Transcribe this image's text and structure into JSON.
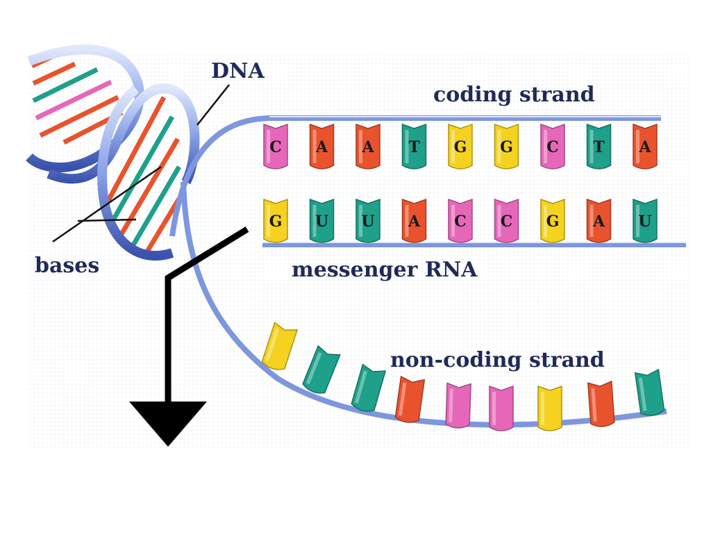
{
  "labels": {
    "dna": "DNA",
    "coding_strand": "coding strand",
    "bases": "bases",
    "messenger_rna": "messenger RNA",
    "non_coding_strand": "non-coding strand"
  },
  "coding_strand_bases": [
    "C",
    "A",
    "A",
    "T",
    "G",
    "G",
    "C",
    "T",
    "A"
  ],
  "mrna_bases": [
    "G",
    "U",
    "U",
    "A",
    "C",
    "C",
    "G",
    "A",
    "U"
  ],
  "non_coding_strand_bases": [
    "G",
    "T",
    "T",
    "A",
    "C",
    "C",
    "G",
    "A",
    "T"
  ],
  "base_colors": {
    "A": "#e8532e",
    "C": "#e667b9",
    "G": "#f4d21f",
    "T": "#1ea08b",
    "U": "#1ea08b"
  },
  "colors": {
    "backbone": "#6b86d6",
    "backbone_dark": "#3d55b3",
    "pointer": "#000000",
    "label": "#1f2a5a"
  }
}
